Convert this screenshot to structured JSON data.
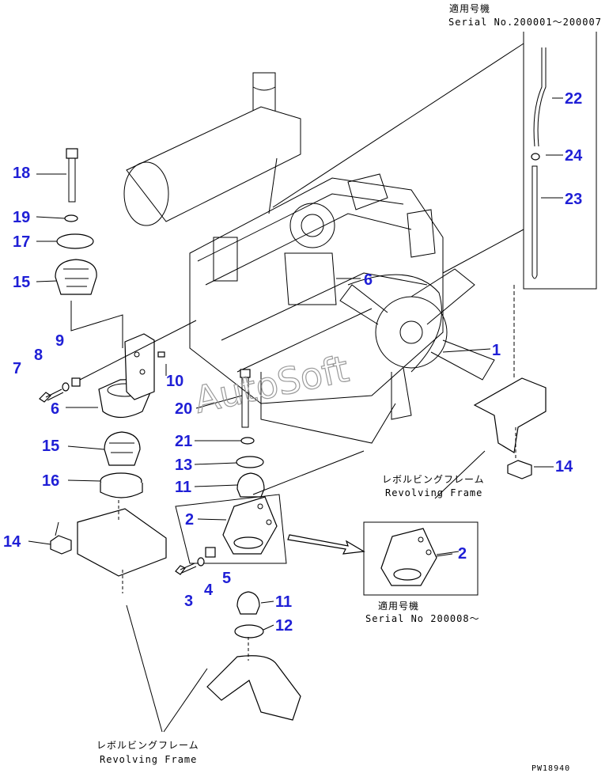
{
  "serial_top": {
    "line1": "適用号機",
    "line2": "Serial No.200001～200007"
  },
  "serial_mid": {
    "line1": "適用号機",
    "line2": "Serial No 200008～"
  },
  "frame_right": {
    "jp": "レボルビングフレーム",
    "en": "Revolving Frame"
  },
  "frame_bottom": {
    "jp": "レボルビングフレーム",
    "en": "Revolving Frame"
  },
  "watermark": "AutoSoft",
  "drawing_code": "PW18940",
  "callouts": {
    "c1": "1",
    "c2a": "2",
    "c2b": "2",
    "c3": "3",
    "c4": "4",
    "c5": "5",
    "c6a": "6",
    "c6b": "6",
    "c7": "7",
    "c8": "8",
    "c9": "9",
    "c10": "10",
    "c11a": "11",
    "c11b": "11",
    "c12": "12",
    "c13": "13",
    "c14a": "14",
    "c14b": "14",
    "c15a": "15",
    "c15b": "15",
    "c16": "16",
    "c17": "17",
    "c18": "18",
    "c19": "19",
    "c20": "20",
    "c21": "21",
    "c22": "22",
    "c23": "23",
    "c24": "24"
  },
  "colors": {
    "callout": "#1f1fd6",
    "line": "#000000",
    "watermark": "#9a9a9a"
  }
}
